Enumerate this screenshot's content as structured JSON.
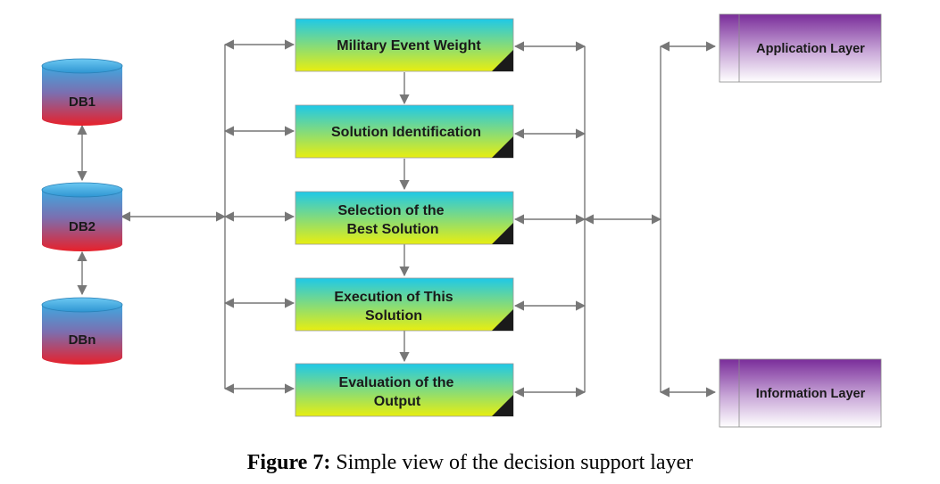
{
  "databases": [
    {
      "id": "db1",
      "label": "DB1"
    },
    {
      "id": "db2",
      "label": "DB2"
    },
    {
      "id": "dbn",
      "label": "DBn"
    }
  ],
  "processes": [
    {
      "id": "military-event-weight",
      "lines": [
        "Military Event Weight"
      ]
    },
    {
      "id": "solution-identification",
      "lines": [
        "Solution Identification"
      ]
    },
    {
      "id": "selection-best-solution",
      "lines": [
        "Selection of the",
        "Best Solution"
      ]
    },
    {
      "id": "execution-solution",
      "lines": [
        "Execution of This",
        "Solution"
      ]
    },
    {
      "id": "evaluation-output",
      "lines": [
        "Evaluation of the",
        "Output"
      ]
    }
  ],
  "layers": [
    {
      "id": "application-layer",
      "label": "Application Layer"
    },
    {
      "id": "information-layer",
      "label": "Information Layer"
    }
  ],
  "caption": {
    "label": "Figure 7:",
    "text": "Simple view of the decision support layer"
  },
  "colors": {
    "db_top": "#3fa8e0",
    "db_bottom": "#e8202a",
    "process_top": "#1ec8e8",
    "process_bottom": "#e8ee10",
    "layer_top": "#7a2d9a",
    "layer_bottom": "#ffffff",
    "connector": "#777777"
  }
}
